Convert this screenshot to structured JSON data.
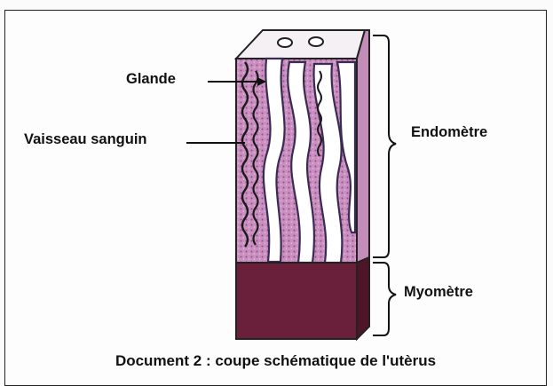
{
  "labels": {
    "glande": "Glande",
    "vaisseau": "Vaisseau sanguin",
    "endometre": "Endomètre",
    "myometre": "Myomètre"
  },
  "caption": "Document 2 : coupe schématique de l'utèrus",
  "colors": {
    "tissue_purple": "#b56aa6",
    "myometrium": "#6a1f3a",
    "ink": "#111111"
  }
}
